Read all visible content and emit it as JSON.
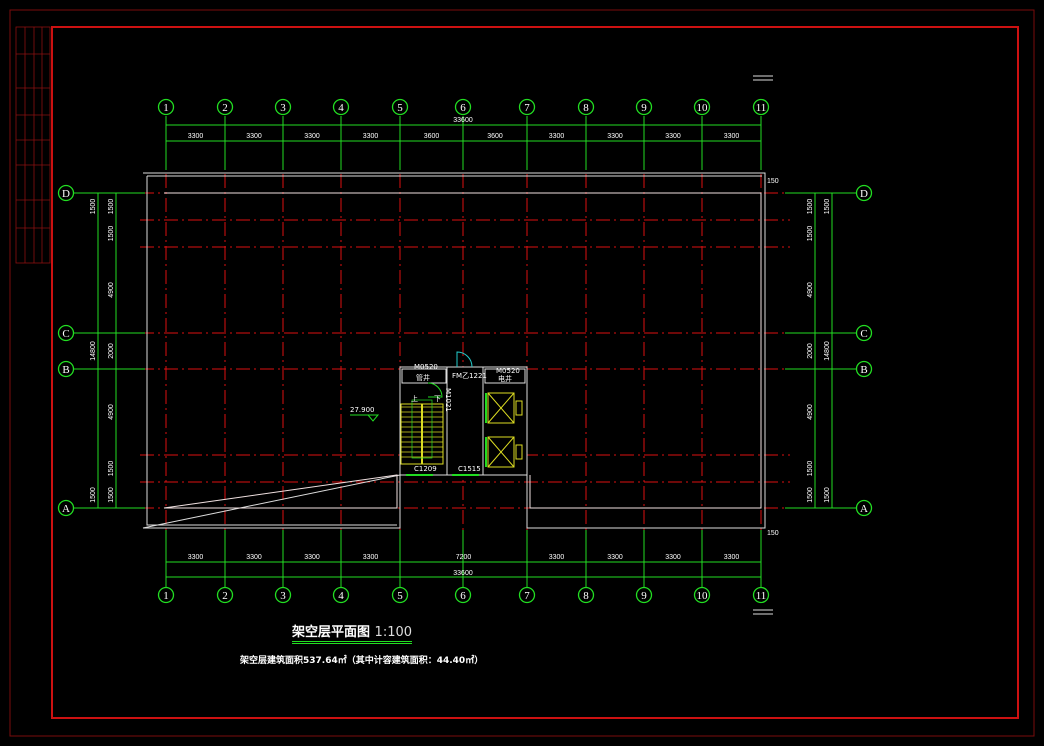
{
  "drawing": {
    "title": "架空层平面图",
    "scale": "1:100",
    "area_note": "架空层建筑面积537.64㎡（其中计容建筑面积：44.40㎡）"
  },
  "grid": {
    "columns": [
      "1",
      "2",
      "3",
      "4",
      "5",
      "6",
      "7",
      "8",
      "9",
      "10",
      "11"
    ],
    "rows": [
      "D",
      "C",
      "B",
      "A"
    ]
  },
  "dimensions": {
    "top_spans": [
      "3300",
      "3300",
      "3300",
      "3300",
      "3600",
      "3600",
      "3300",
      "3300",
      "3300",
      "3300"
    ],
    "top_total": "33600",
    "bottom_spans": [
      "3300",
      "3300",
      "3300",
      "3300",
      "7200",
      "3300",
      "3300",
      "3300",
      "3300"
    ],
    "bottom_total": "33600",
    "side_inner": [
      "1500",
      "1500",
      "4900",
      "2000",
      "4900",
      "1500",
      "1500"
    ],
    "side_outer": [
      "1500",
      "14800",
      "1500"
    ],
    "wall_offset": "150"
  },
  "core": {
    "pipe_door": "M0520",
    "pipe_shaft": "管井",
    "fire_door": "FM乙1221",
    "elec_door": "M0520",
    "elec_shaft": "电井",
    "stair_door": "M1021",
    "stair_up": "上",
    "stair_down": "下",
    "window_1": "C1209",
    "window_2": "C1515",
    "elevation": "27.900"
  },
  "colors": {
    "grid": "#22dd22",
    "axis": "#dd1111",
    "wall": "#dddddd",
    "frame": "#cc1111",
    "stair": "#dddd22",
    "door": "#22cccc"
  }
}
